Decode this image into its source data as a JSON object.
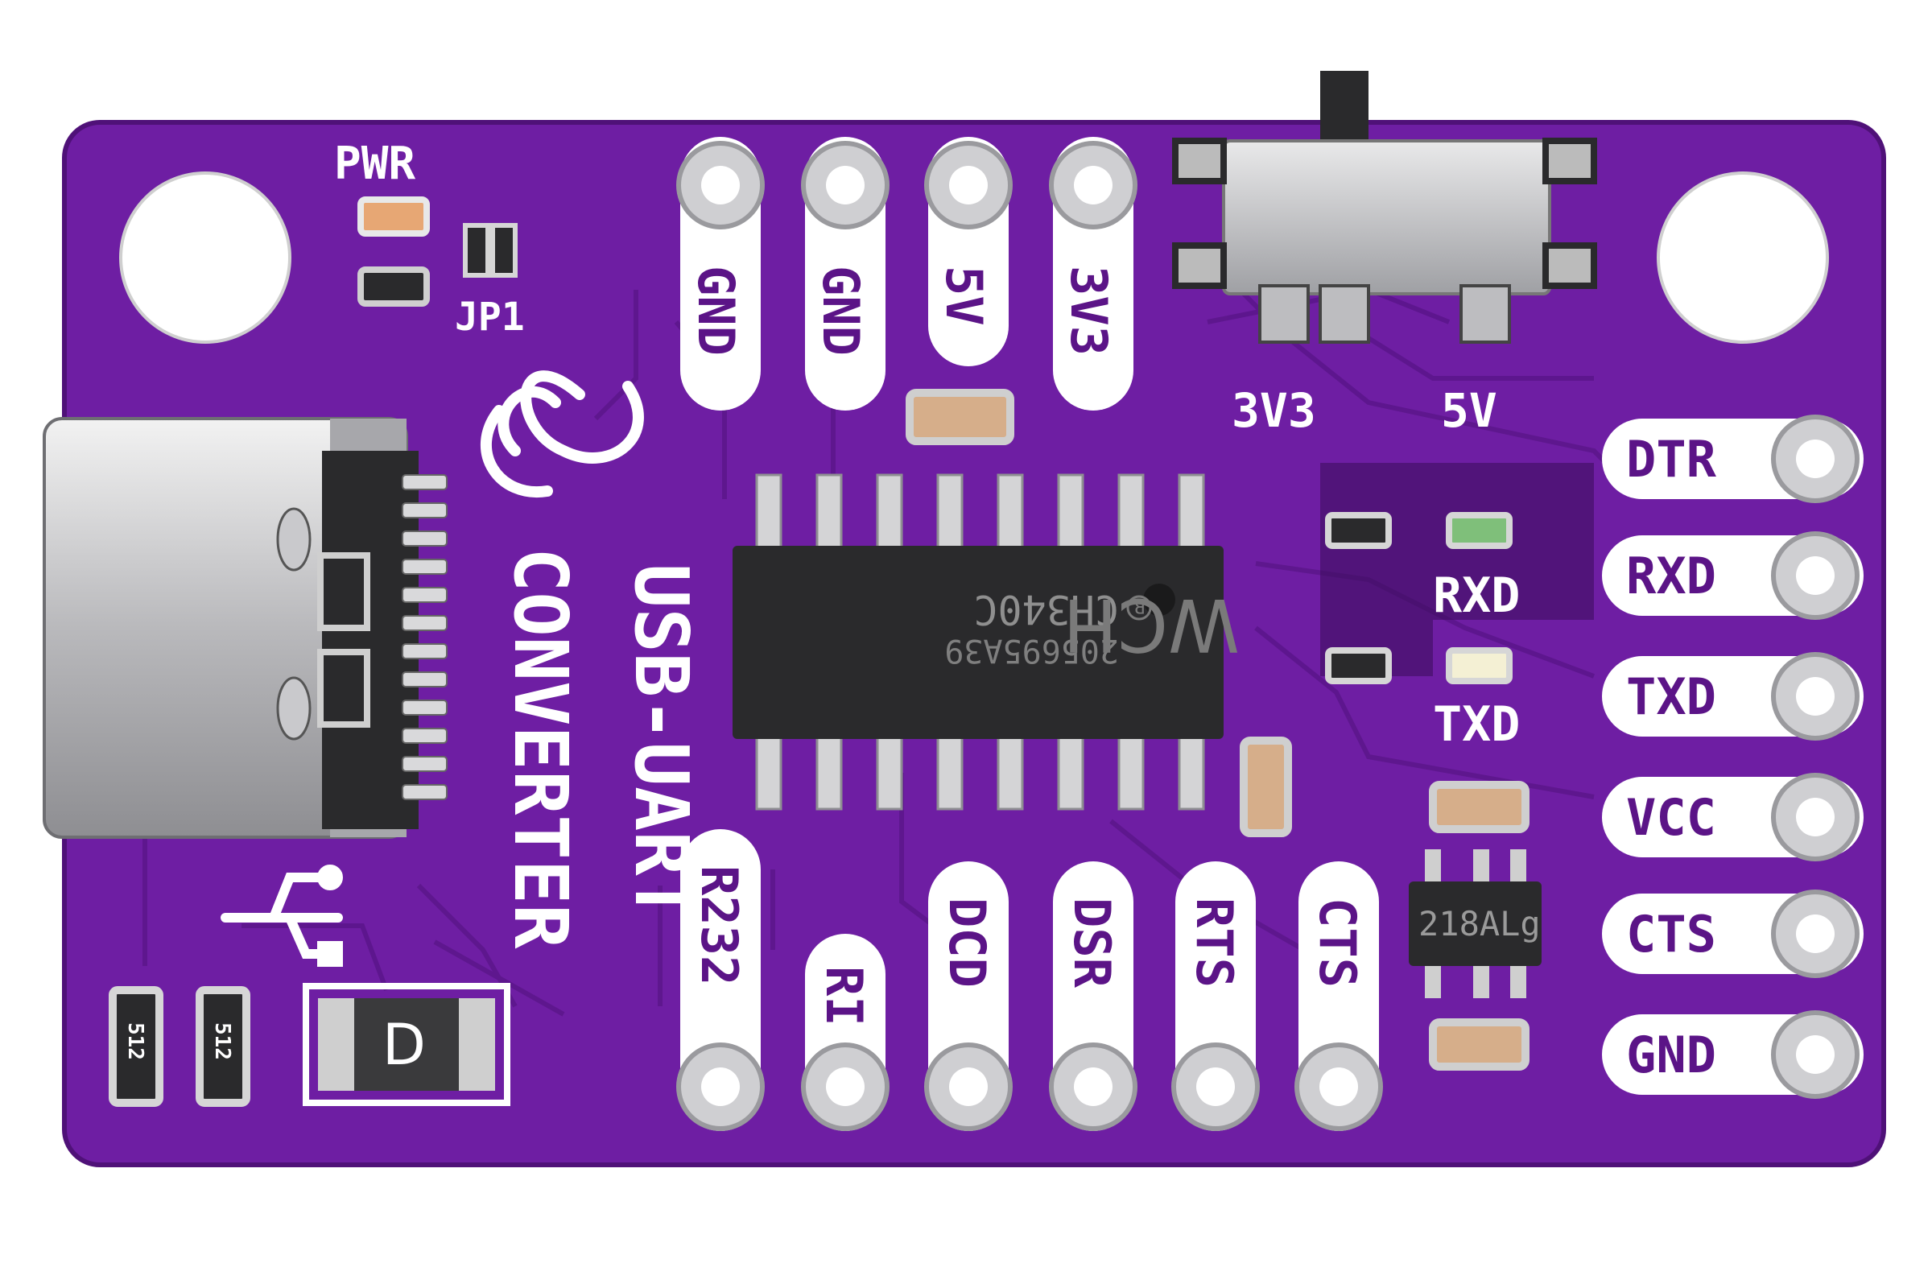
{
  "board": {
    "colors": {
      "pcb": "#6e1ea3",
      "pcb_dark": "#4f1178",
      "silk": "#ffffff",
      "pad": "#c9c9cc",
      "chip": "#2a2a2c"
    },
    "title_line1": "USB-UART",
    "title_line2": "CONVERTER",
    "pwr_label": "PWR",
    "jp1_label": "JP1",
    "switch_left_label": "3V3",
    "switch_right_label": "5V",
    "rxd_led_label": "RXD",
    "txd_led_label": "TXD",
    "top_header": [
      "GND",
      "GND",
      "5V",
      "3V3"
    ],
    "right_header": [
      "DTR",
      "RXD",
      "TXD",
      "VCC",
      "CTS",
      "GND"
    ],
    "bottom_header": [
      "R232",
      "RI",
      "DCD",
      "DSR",
      "RTS",
      "CTS"
    ],
    "chip_text": {
      "line1": "CH340C",
      "line2": "205695A39",
      "logo": "WCH",
      "reg_mark": "R"
    },
    "regulator_text": "218ALg",
    "diode_text": "D",
    "resistor_text": [
      "512",
      "512"
    ],
    "icons": [
      "usb-connector-icon",
      "usb-trident-icon",
      "brand-logo-icon"
    ]
  }
}
